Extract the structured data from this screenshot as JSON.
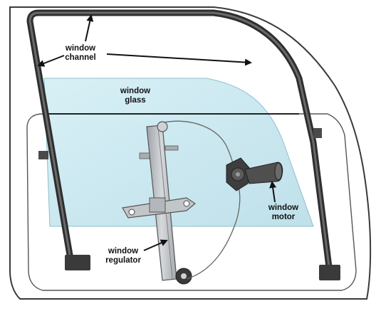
{
  "labels": {
    "channel": [
      "window",
      "channel"
    ],
    "glass": [
      "window",
      "glass"
    ],
    "motor": [
      "window",
      "motor"
    ],
    "regulator": [
      "window",
      "regulator"
    ]
  },
  "colors": {
    "glass_fill": "#cfeaf2",
    "outline": "#333333",
    "channel": "#2f2f2f",
    "metal": "#b9bcbf",
    "motor_body": "#4a4a4a",
    "arrow": "#111111"
  }
}
